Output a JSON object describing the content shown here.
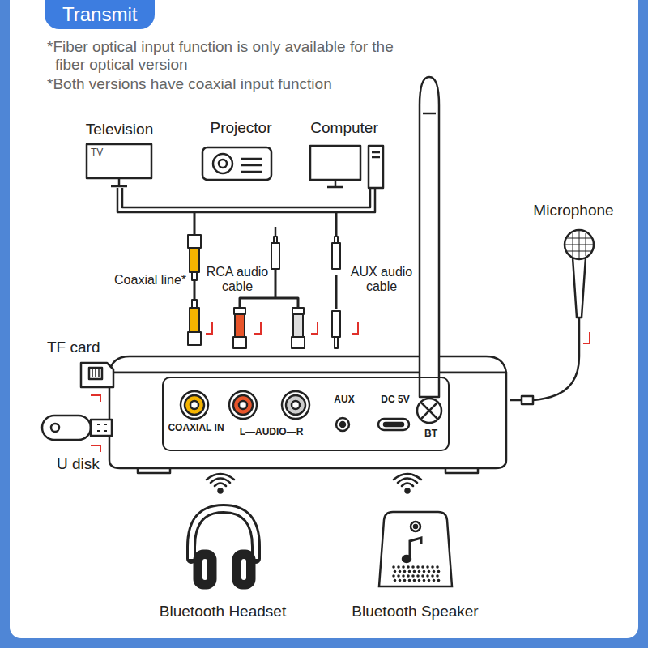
{
  "diagram": {
    "title": "Transmit",
    "nodes": [
      {
        "text": [
          "COAXIAL IN",
          "L—AUDIO—R",
          "AUX",
          "DC 5V",
          "BT"
        ]
      }
    ],
    "labels": [
      "*Fiber optical input function is only available for the fiber optical version",
      "*Both versions have coaxial input function",
      "Television",
      "Projector",
      "Computer",
      "TV",
      "Microphone",
      "Coaxial line*",
      "RCA audio cable",
      "AUX audio cable",
      "TF card",
      "U disk",
      "Bluetooth Headset",
      "Bluetooth Speaker"
    ]
  }
}
